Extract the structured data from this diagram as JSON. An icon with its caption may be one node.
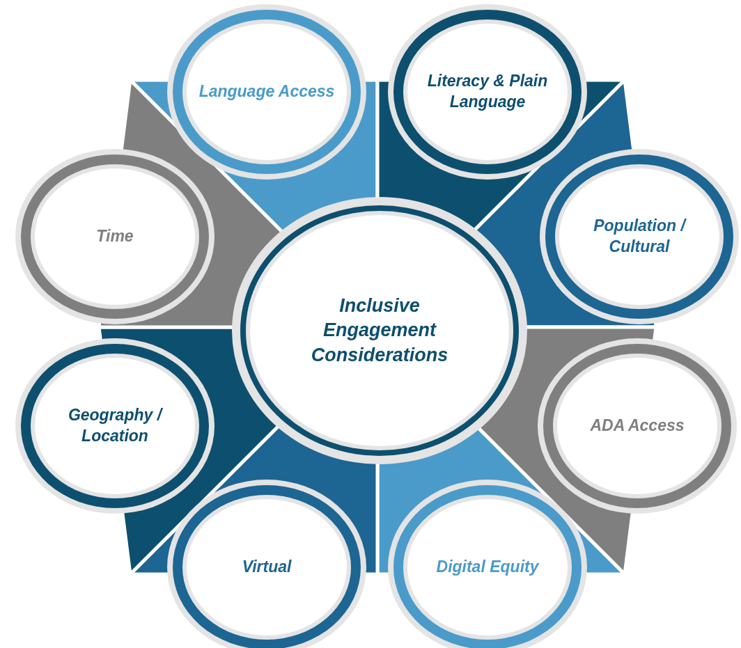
{
  "diagram": {
    "nodes": [
      {
        "text": [
          "Inclusive Engagement Considerations"
        ]
      },
      {
        "text": [
          "Language Access"
        ]
      },
      {
        "text": [
          "Literacy & Plain Language"
        ]
      },
      {
        "text": [
          "Population / Cultural"
        ]
      },
      {
        "text": [
          "ADA Access"
        ]
      },
      {
        "text": [
          "Digital Equity"
        ]
      },
      {
        "text": [
          "Virtual"
        ]
      },
      {
        "text": [
          "Geography / Location"
        ]
      },
      {
        "text": [
          "Time"
        ]
      }
    ]
  }
}
